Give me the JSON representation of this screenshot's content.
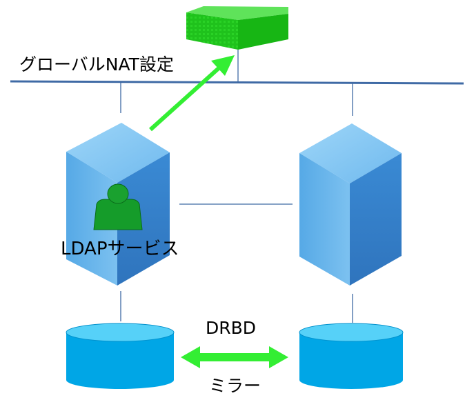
{
  "labels": {
    "nat": "グローバルNAT設定",
    "ldap_service": "LDAPサービス",
    "drbd": "DRBD",
    "mirror": "ミラー"
  },
  "icons": {
    "router": "router-box-icon",
    "server_left": "server-icon",
    "server_right": "server-icon",
    "user": "user-icon",
    "disk_left": "disk-cylinder-icon",
    "disk_right": "disk-cylinder-icon",
    "nat_arrow": "arrow-up-right-icon",
    "mirror_arrow": "double-arrow-icon"
  },
  "colors": {
    "network_line": "#3f6aa5",
    "router_green": "#22c31c",
    "arrow_green": "#33ee33",
    "server_blue": "#63aee6",
    "disk_blue": "#00a6e6",
    "user_green": "#159c2a"
  }
}
